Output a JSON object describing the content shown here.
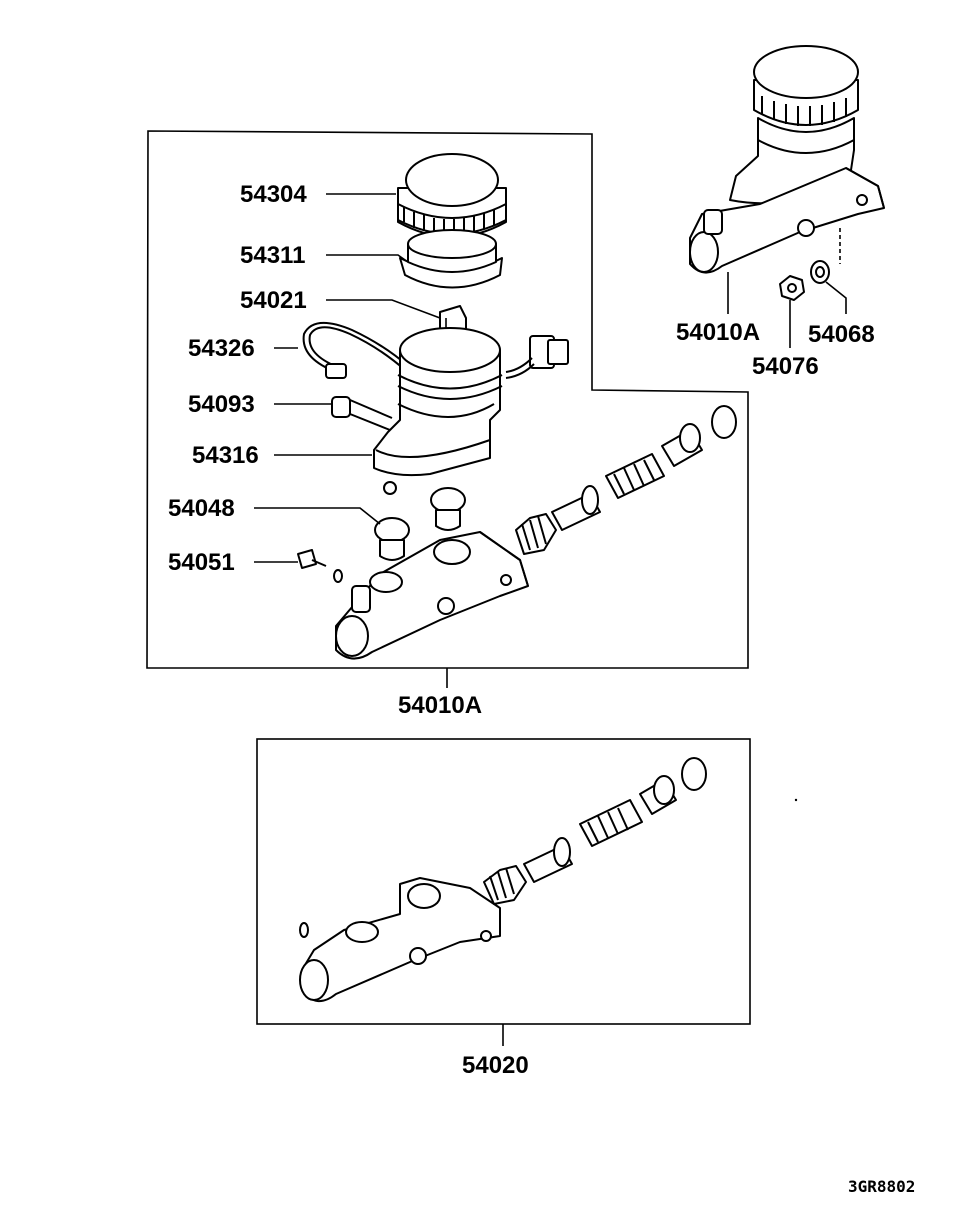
{
  "diagram_id": "3GR8802",
  "callouts": {
    "cap": "54304",
    "strainer": "54311",
    "clip": "54021",
    "harness": "54326",
    "bolt": "54093",
    "reservoir": "54316",
    "grommet": "54048",
    "bleeder": "54051",
    "cylinder_main": "54010A",
    "cylinder_alt": "54010A",
    "nut": "54076",
    "washer": "54068",
    "repair_kit": "54020"
  }
}
